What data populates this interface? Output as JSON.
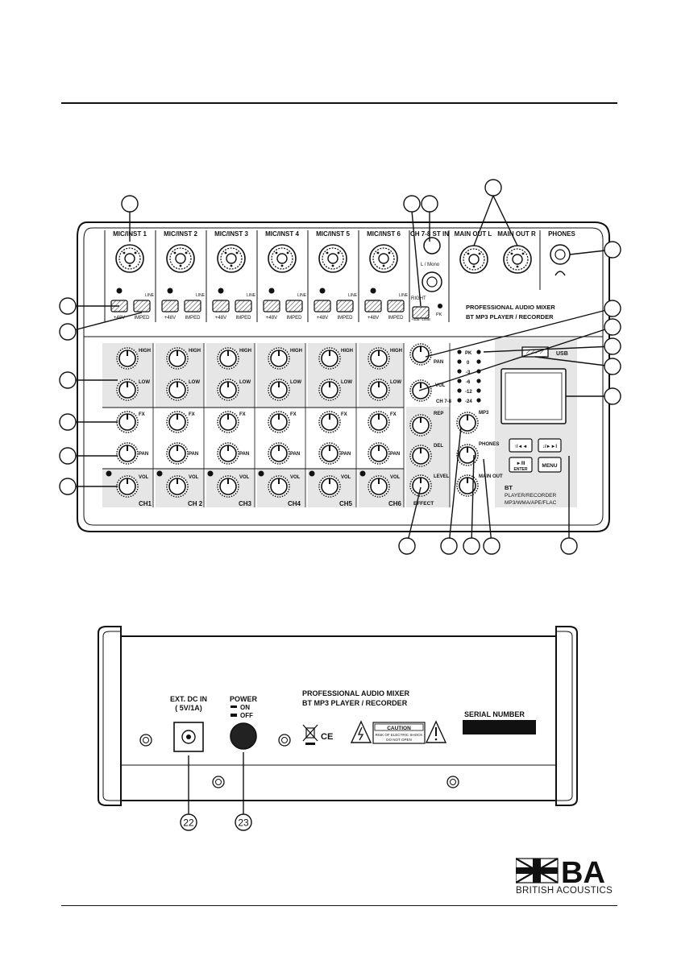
{
  "mixer": {
    "channel_labels": [
      "MIC/INST 1",
      "MIC/INST 2",
      "MIC/INST 3",
      "MIC/INST 4",
      "MIC/INST 5",
      "MIC/INST 6"
    ],
    "ch7_label": "CH 7-8 ST IN",
    "ch7_sub": "L / Mono",
    "right_label": "RIGHT",
    "main_out_l": "MAIN OUT L",
    "main_out_r": "MAIN OUT R",
    "phones": "PHONES",
    "phantom": "+48V",
    "imped": "IMPED",
    "line_label": "LINE",
    "pk": "PK",
    "gain_label": "+4dB -10dB",
    "player_title": "PROFESSIONAL AUDIO MIXER",
    "player_sub": "BT MP3 PLAYER / RECORDER",
    "usb": "USB",
    "knob_high": "HIGH",
    "knob_low": "LOW",
    "knob_fx": "FX",
    "knob_pan": "PAN",
    "knob_vol": "VOL",
    "strip_names": [
      "CH1",
      "CH 2",
      "CH3",
      "CH4",
      "CH5",
      "CH6"
    ],
    "ch78_pan": "PAN",
    "ch78_vol": "VOL",
    "ch78_name": "CH 7-8",
    "effect_rep": "REP",
    "effect_del": "DEL",
    "effect_level": "LEVEL",
    "effect_name": "EFFECT",
    "meter_labels": [
      "PK",
      "0",
      "-3",
      "-6",
      "-12",
      "-24"
    ],
    "mp3": "MP3",
    "phones_knob": "PHONES",
    "main_out_knob": "MAIN OUT",
    "btn_prev": "↑/◄◄",
    "btn_next": "↓/►►I",
    "btn_play": "►/II",
    "btn_enter": "ENTER",
    "btn_menu": "MENU",
    "bt_title": "BT",
    "bt_line1": "PLAYER/RECORDER",
    "bt_line2": "MP3/WMA/APE/FLAC"
  },
  "rear": {
    "dc_label_1": "EXT. DC IN",
    "dc_label_2": "( 5V/1A)",
    "power": "POWER",
    "power_on": "ON",
    "power_off": "OFF",
    "title": "PROFESSIONAL AUDIO MIXER",
    "subtitle": "BT MP3 PLAYER / RECORDER",
    "caution": "CAUTION",
    "caution_1": "RISK OF ELECTRIC SHOCK",
    "caution_2": "DO NOT OPEN",
    "serial": "SERIAL NUMBER",
    "ce": "CE"
  },
  "callouts": {
    "rear_left": "22",
    "rear_right": "23"
  },
  "brand": {
    "letters": "BA",
    "name": "BRITISH ACOUSTICS"
  }
}
